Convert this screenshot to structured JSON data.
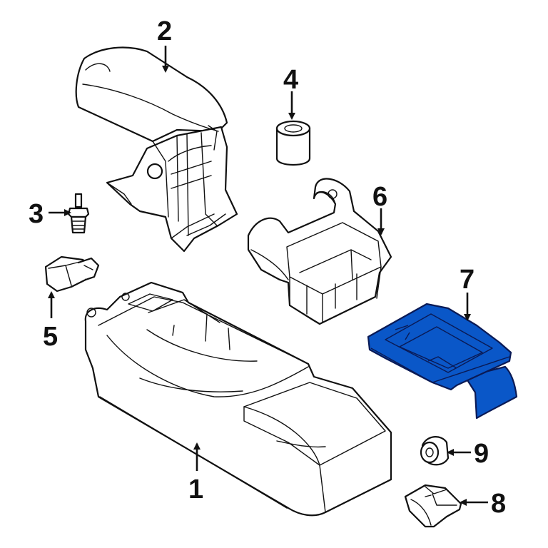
{
  "callouts": [
    {
      "id": "1",
      "label": "1"
    },
    {
      "id": "2",
      "label": "2"
    },
    {
      "id": "3",
      "label": "3"
    },
    {
      "id": "4",
      "label": "4"
    },
    {
      "id": "5",
      "label": "5"
    },
    {
      "id": "6",
      "label": "6"
    },
    {
      "id": "7",
      "label": "7"
    },
    {
      "id": "8",
      "label": "8"
    },
    {
      "id": "9",
      "label": "9"
    }
  ],
  "highlight": {
    "part": "7",
    "color": "#0a57c8"
  },
  "line_color": "#111111",
  "background": "#ffffff"
}
